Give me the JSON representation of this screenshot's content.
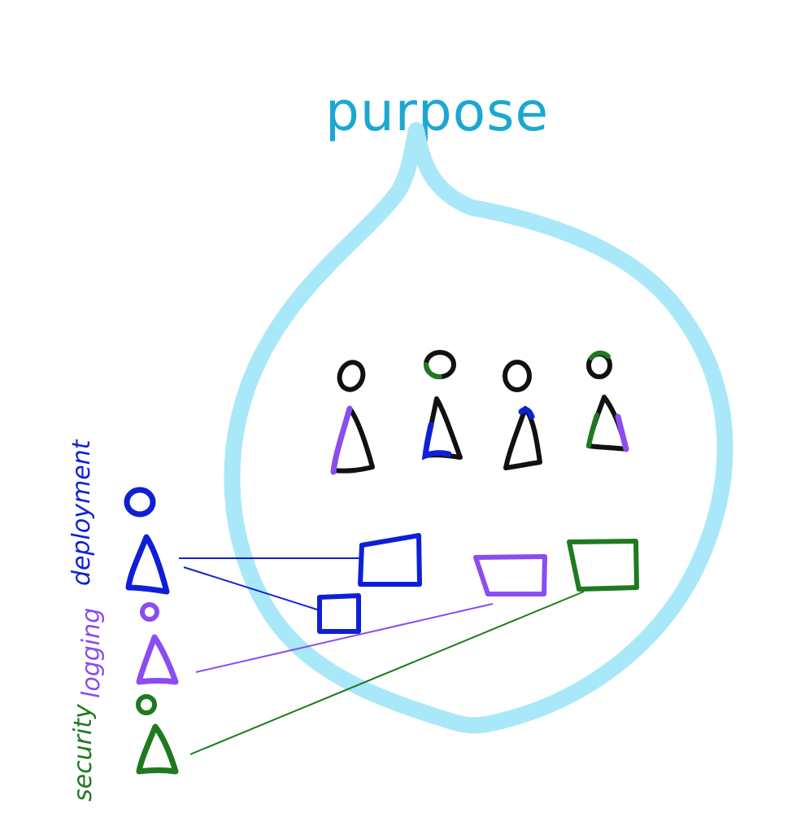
{
  "title": "purpose",
  "labels": {
    "deployment": "deployment",
    "logging": "logging",
    "security": "security"
  },
  "colors": {
    "bubble": "#a9e8f8",
    "title": "#1ba8d0",
    "deployment": "#0f1fd6",
    "logging": "#8b4cf2",
    "security": "#1f7a1f",
    "ink": "#111111"
  }
}
